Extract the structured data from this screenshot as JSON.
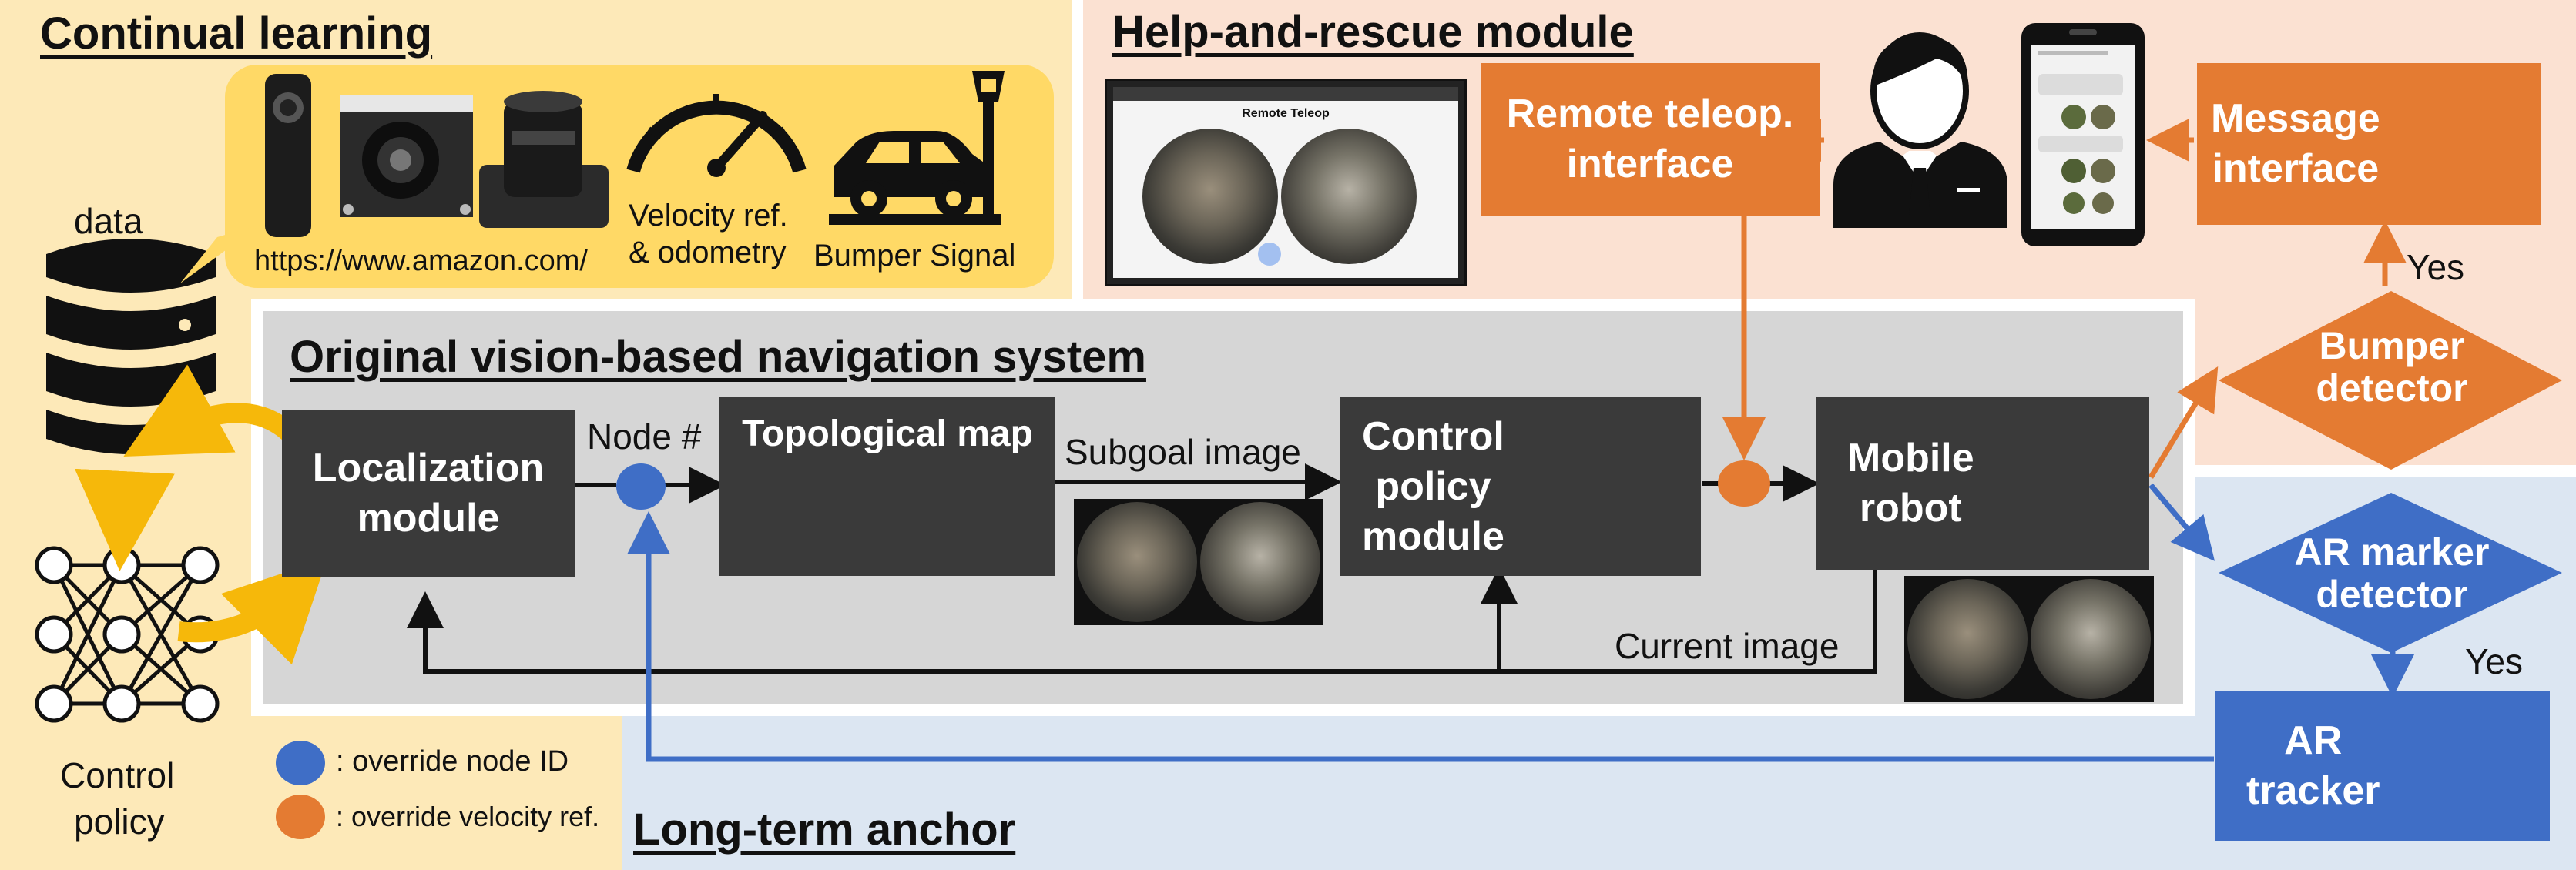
{
  "sections": {
    "continual_learning": "Continual learning",
    "help_rescue": "Help-and-rescue module",
    "original_nav": "Original vision-based navigation system",
    "long_term": "Long-term anchor"
  },
  "continual": {
    "data_label": "data",
    "source_url": "https://www.amazon.com/",
    "velocity_label_1": "Velocity ref.",
    "velocity_label_2": "& odometry",
    "bumper_signal": "Bumper Signal",
    "control_policy_1": "Control",
    "control_policy_2": "policy"
  },
  "nav": {
    "localization_1": "Localization",
    "localization_2": "module",
    "node_label": "Node #",
    "topo_map": "Topological map",
    "subgoal_image": "Subgoal image",
    "control_1": "Control",
    "control_2": "policy",
    "control_3": "module",
    "mobile_1": "Mobile",
    "mobile_2": "robot",
    "current_image": "Current image"
  },
  "rescue": {
    "remote_1": "Remote teleop.",
    "remote_2": "interface",
    "screenshot_title": "Remote Teleop",
    "message_1": "Message",
    "message_2": "interface",
    "yes_bumper": "Yes",
    "bumper_1": "Bumper",
    "bumper_2": "detector"
  },
  "anchor": {
    "ar_marker_1": "AR marker",
    "ar_marker_2": "detector",
    "yes_ar": "Yes",
    "ar_tracker_1": "AR",
    "ar_tracker_2": "tracker"
  },
  "legend": {
    "override_node": ": override node ID",
    "override_velocity": ": override velocity ref."
  },
  "colors": {
    "continual_bg": "#fde9b8",
    "continual_sensor_bg": "#ffd966",
    "help_bg": "#fbe1d2",
    "nav_bg": "#d6d6d6",
    "anchor_bg": "#dce6f2",
    "dark_box": "#3a3a3a",
    "orange": "#e47b32",
    "blue": "#3f6ec6",
    "arrow_yellow": "#f6b80a"
  },
  "icons": [
    "database-icon",
    "neural-network-icon",
    "camera-360-icon",
    "usb-camera-icon",
    "lidar-icon",
    "speedometer-icon",
    "car-crash-icon",
    "person-icon",
    "phone-icon",
    "messenger-icon",
    "ar-marker-icon",
    "robot-icon"
  ]
}
